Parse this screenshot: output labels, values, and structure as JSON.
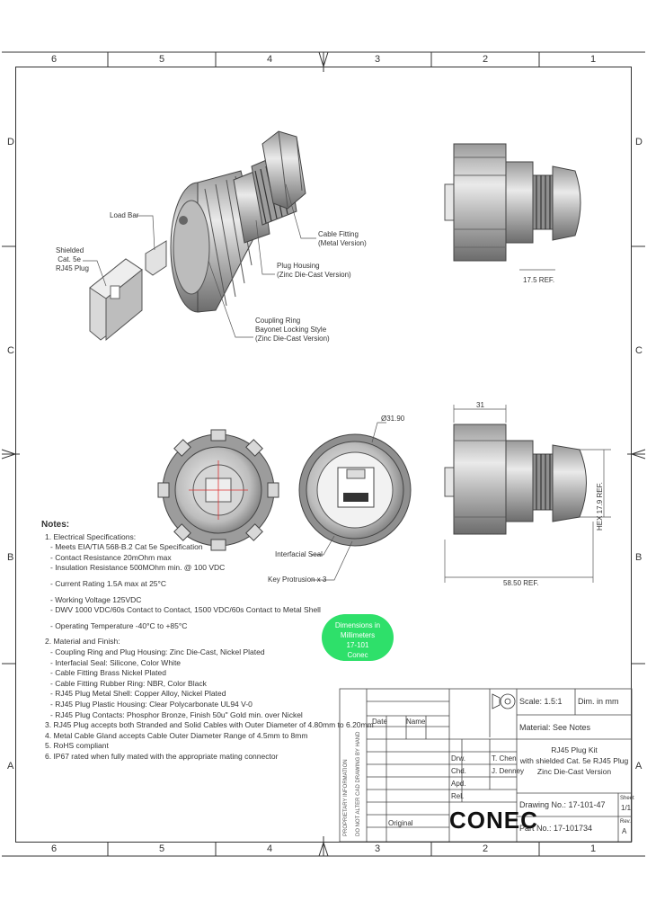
{
  "zones": {
    "top": [
      "6",
      "5",
      "4",
      "3",
      "2",
      "1"
    ],
    "side": [
      "D",
      "C",
      "B",
      "A"
    ]
  },
  "callouts": {
    "shielded_plug": [
      "Shielded",
      "Cat. 5e",
      "RJ45 Plug"
    ],
    "load_bar": "Load Bar",
    "cable_fitting": [
      "Cable Fitting",
      "(Metal Version)"
    ],
    "plug_housing": [
      "Plug Housing",
      "(Zinc Die-Cast Version)"
    ],
    "coupling_ring": [
      "Coupling Ring",
      "Bayonet Locking Style",
      "(Zinc Die-Cast Version)"
    ],
    "dim_175": "17.5 REF.",
    "dim_31": "31",
    "dim_dia": "Ø31.90",
    "dim_hex": "HEX 17.9 REF.",
    "dim_len": "58.50 REF.",
    "interfacial_seal": "Interfacial Seal",
    "key_protrusion": "Key Protrusion x 3"
  },
  "notes": {
    "title": "Notes:",
    "sections": [
      {
        "text": "1. Electrical Specifications:",
        "level": 1
      },
      {
        "text": "- Meets EIA/TIA 568-B.2 Cat 5e Specification",
        "level": 2
      },
      {
        "text": "- Contact Resistance 20mOhm max",
        "level": 2
      },
      {
        "text": "- Insulation Resistance 500MOhm min. @ 100 VDC",
        "level": 2
      },
      {
        "text": "",
        "level": 0
      },
      {
        "text": "- Current Rating 1.5A max at 25°C",
        "level": 2
      },
      {
        "text": "",
        "level": 0
      },
      {
        "text": "- Working Voltage 125VDC",
        "level": 2
      },
      {
        "text": "- DWV 1000 VDC/60s Contact to Contact, 1500 VDC/60s Contact to Metal Shell",
        "level": 2
      },
      {
        "text": "",
        "level": 0
      },
      {
        "text": "- Operating Temperature -40°C to +85°C",
        "level": 2
      },
      {
        "text": "",
        "level": 0
      },
      {
        "text": "2. Material and Finish:",
        "level": 1
      },
      {
        "text": "- Coupling Ring and Plug Housing: Zinc Die-Cast, Nickel Plated",
        "level": 2
      },
      {
        "text": "- Interfacial Seal: Silicone, Color White",
        "level": 2
      },
      {
        "text": "- Cable Fitting Brass Nickel Plated",
        "level": 2
      },
      {
        "text": "- Cable Fitting Rubber Ring: NBR, Color Black",
        "level": 2
      },
      {
        "text": "- RJ45 Plug Metal Shell: Copper Alloy, Nickel Plated",
        "level": 2
      },
      {
        "text": "- RJ45 Plug Plastic Housing: Clear Polycarbonate UL94 V-0",
        "level": 2
      },
      {
        "text": "- RJ45 Plug Contacts: Phosphor Bronze, Finish 50u\" Gold min. over Nickel",
        "level": 2
      },
      {
        "text": "3. RJ45 Plug accepts both Stranded and Solid Cables with Outer Diameter of 4.80mm to 6.20mm",
        "level": 1
      },
      {
        "text": "4. Metal Cable Gland accepts Cable Outer Diameter Range of 4.5mm to 8mm",
        "level": 1
      },
      {
        "text": "5. RoHS compliant",
        "level": 1
      },
      {
        "text": "6. IP67 rated when fully mated with the appropriate mating connector",
        "level": 1
      }
    ]
  },
  "stamp": [
    "Dimensions in Millimeters",
    "17-101",
    "Conec"
  ],
  "title_block": {
    "scale_label": "Scale: 1.5:1",
    "dim_label": "Dim. in mm",
    "material_label": "Material: See Notes",
    "title_lines": [
      "RJ45 Plug Kit",
      "with shielded Cat. 5e RJ45 Plug",
      "Zinc Die-Cast Version"
    ],
    "drawing_no": "Drawing No.: 17-101-47",
    "part_no": "Part No.: 17-101734",
    "sheet_label": "Sheet",
    "sheet_value": "1/1",
    "rev_label": "Rev.",
    "rev_value": "A",
    "logo": "CONEC",
    "original": "Original",
    "confidential": [
      "PROPRIETARY INFORMATION",
      "DO NOT ALTER CAD DRAWING BY HAND"
    ],
    "rows": [
      "Drw.",
      "Chd.",
      "Apd.",
      "Rel."
    ],
    "names": [
      "Date",
      "Name"
    ],
    "drawn": "T. Chen",
    "checked": "J. Denney"
  }
}
